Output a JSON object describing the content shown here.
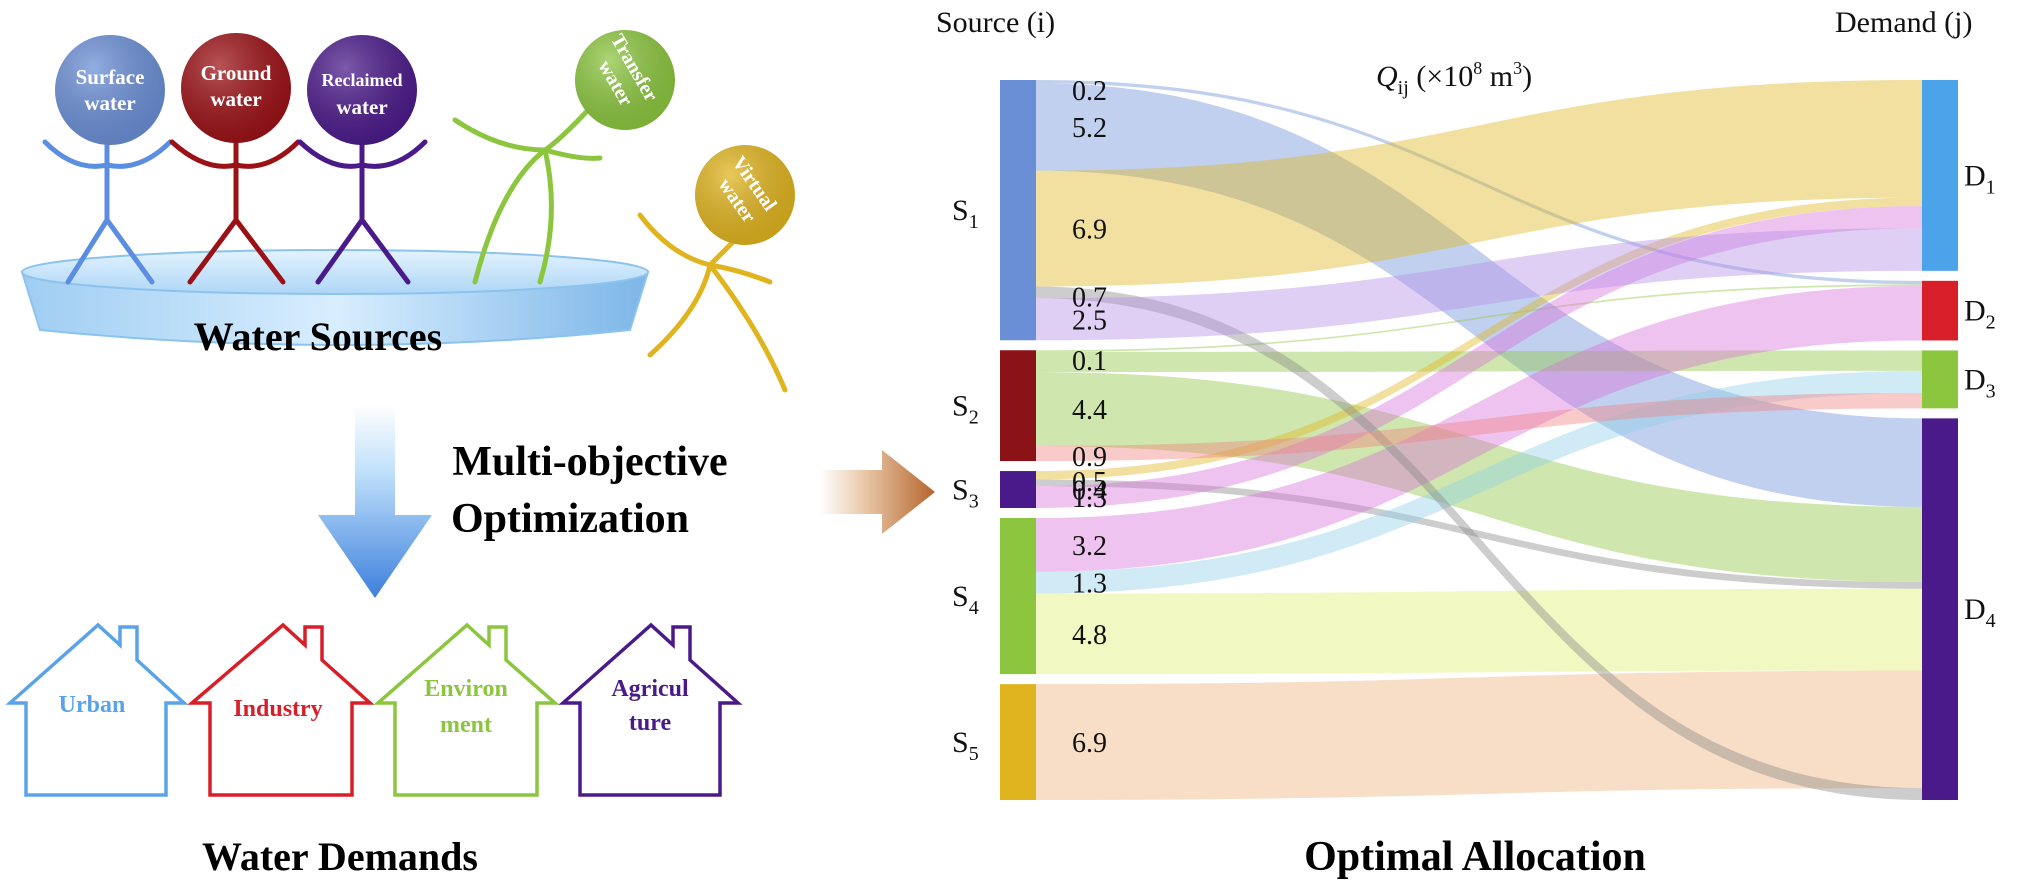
{
  "left_panel": {
    "sources_title": "Water Sources",
    "balls": [
      {
        "lines": [
          "Surface",
          "water"
        ],
        "color": "#6b8fd6",
        "stick": "#5b8ee0"
      },
      {
        "lines": [
          "Ground",
          "water"
        ],
        "color": "#9b1116",
        "stick": "#9b1116"
      },
      {
        "lines": [
          "Reclaimed",
          "water"
        ],
        "color": "#4b1a8a",
        "stick": "#4b1a8a"
      },
      {
        "lines": [
          "Transfer",
          "water"
        ],
        "color": "#8cc63f",
        "stick": "#8cc63f"
      },
      {
        "lines": [
          "Virtual",
          "water"
        ],
        "color": "#e0b41e",
        "stick": "#e0b41e"
      }
    ],
    "optimization_label": [
      "Multi-objective",
      "Optimization"
    ],
    "houses": [
      {
        "lines": [
          "Urban"
        ],
        "color": "#5ba3e8"
      },
      {
        "lines": [
          "Industry"
        ],
        "color": "#d81e28"
      },
      {
        "lines": [
          "Environ",
          "ment"
        ],
        "color": "#8cc63f"
      },
      {
        "lines": [
          "Agricul",
          "ture"
        ],
        "color": "#4b1a8a"
      }
    ],
    "demands_title": "Water Demands"
  },
  "chart_data": {
    "type": "sankey",
    "source_header": "Source (i)",
    "demand_header": "Demand (j)",
    "unit_label": {
      "q": "Q",
      "sub": "ij",
      "rest": " (×10",
      "exp": "8",
      "unit": " m",
      "unit_exp": "3",
      "close": ")"
    },
    "bottom_title": "Optimal Allocation",
    "sources": [
      {
        "id": "S",
        "sub": "1",
        "color": "#6b8fd6"
      },
      {
        "id": "S",
        "sub": "2",
        "color": "#8b1217"
      },
      {
        "id": "S",
        "sub": "3",
        "color": "#4b1a8a"
      },
      {
        "id": "S",
        "sub": "4",
        "color": "#8cc63f"
      },
      {
        "id": "S",
        "sub": "5",
        "color": "#e0b41e"
      }
    ],
    "demands": [
      {
        "id": "D",
        "sub": "1",
        "color": "#4ba3ea"
      },
      {
        "id": "D",
        "sub": "2",
        "color": "#d81e28"
      },
      {
        "id": "D",
        "sub": "3",
        "color": "#8cc63f"
      },
      {
        "id": "D",
        "sub": "4",
        "color": "#4b1a8a"
      }
    ],
    "flows": [
      {
        "source": 0,
        "target": 1,
        "value": 0.2,
        "label": "0.2",
        "color": "#6b8fd6"
      },
      {
        "source": 0,
        "target": 3,
        "value": 5.2,
        "label": "5.2",
        "color": "#6b8fd6"
      },
      {
        "source": 0,
        "target": 0,
        "value": 6.9,
        "label": "6.9",
        "color": "#e0b41e"
      },
      {
        "source": 1,
        "target": 1,
        "value": 0.1,
        "label": "0.1",
        "color": "#8cc63f"
      },
      {
        "source": 1,
        "target": 2,
        "value": 1.2,
        "label": "",
        "color": "#8cc63f"
      },
      {
        "source": 1,
        "target": 3,
        "value": 4.4,
        "label": "4.4",
        "color": "#8cc63f"
      },
      {
        "source": 2,
        "target": 0,
        "value": 0.5,
        "label": "0.5",
        "color": "#e0b41e"
      },
      {
        "source": 2,
        "target": 3,
        "value": 0.4,
        "label": "0.4",
        "color": "#888888"
      },
      {
        "source": 2,
        "target": 0,
        "value": 1.3,
        "label": "1.3",
        "color": "#d96fd9"
      },
      {
        "source": 3,
        "target": 1,
        "value": 3.2,
        "label": "3.2",
        "color": "#d96fd9"
      },
      {
        "source": 3,
        "target": 2,
        "value": 1.3,
        "label": "1.3",
        "color": "#8fd0e8"
      },
      {
        "source": 3,
        "target": 3,
        "value": 4.8,
        "label": "4.8",
        "color": "#e0ef6e"
      },
      {
        "source": 4,
        "target": 3,
        "value": 6.9,
        "label": "6.9",
        "color": "#f0b07a"
      },
      {
        "source": 0,
        "target": 3,
        "value": 0.7,
        "label": "0.7",
        "color": "#888888"
      },
      {
        "source": 1,
        "target": 2,
        "value": 0.9,
        "label": "0.9",
        "color": "#f08080"
      },
      {
        "source": 0,
        "target": 0,
        "value": 2.5,
        "label": "2.5",
        "color": "#b48ce6"
      }
    ]
  }
}
